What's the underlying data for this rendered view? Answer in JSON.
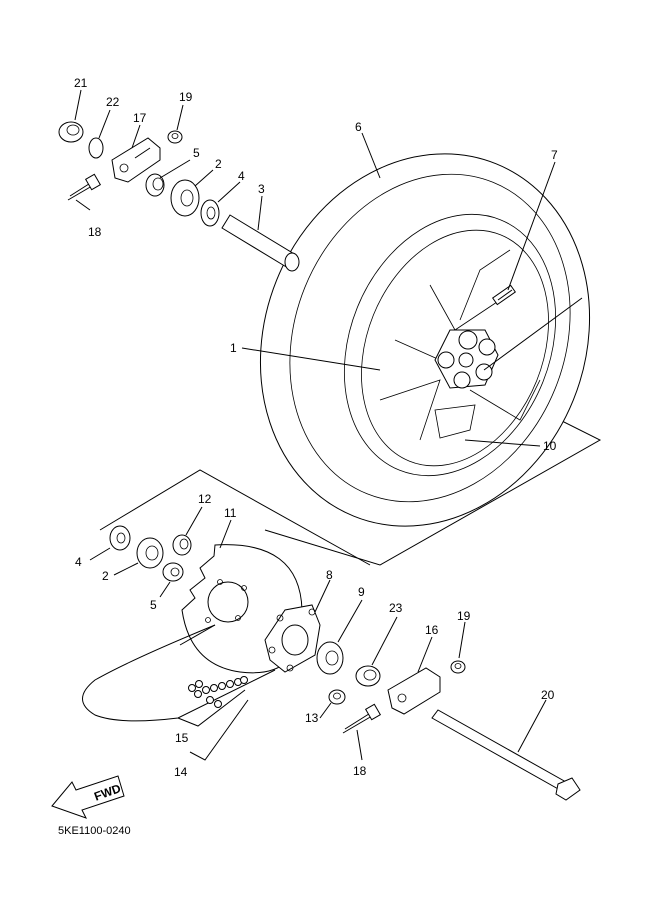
{
  "diagram": {
    "code": "5KE1100-0240",
    "fwd_label": "FWD",
    "callouts": {
      "p1": "1",
      "p2a": "2",
      "p2b": "2",
      "p3": "3",
      "p4a": "4",
      "p4b": "4",
      "p5a": "5",
      "p5b": "5",
      "p6": "6",
      "p7": "7",
      "p8": "8",
      "p9": "9",
      "p10": "10",
      "p11": "11",
      "p12": "12",
      "p13": "13",
      "p14": "14",
      "p15": "15",
      "p16": "16",
      "p17": "17",
      "p18a": "18",
      "p18b": "18",
      "p19a": "19",
      "p19b": "19",
      "p20": "20",
      "p21": "21",
      "p22": "22",
      "p23": "23"
    }
  }
}
